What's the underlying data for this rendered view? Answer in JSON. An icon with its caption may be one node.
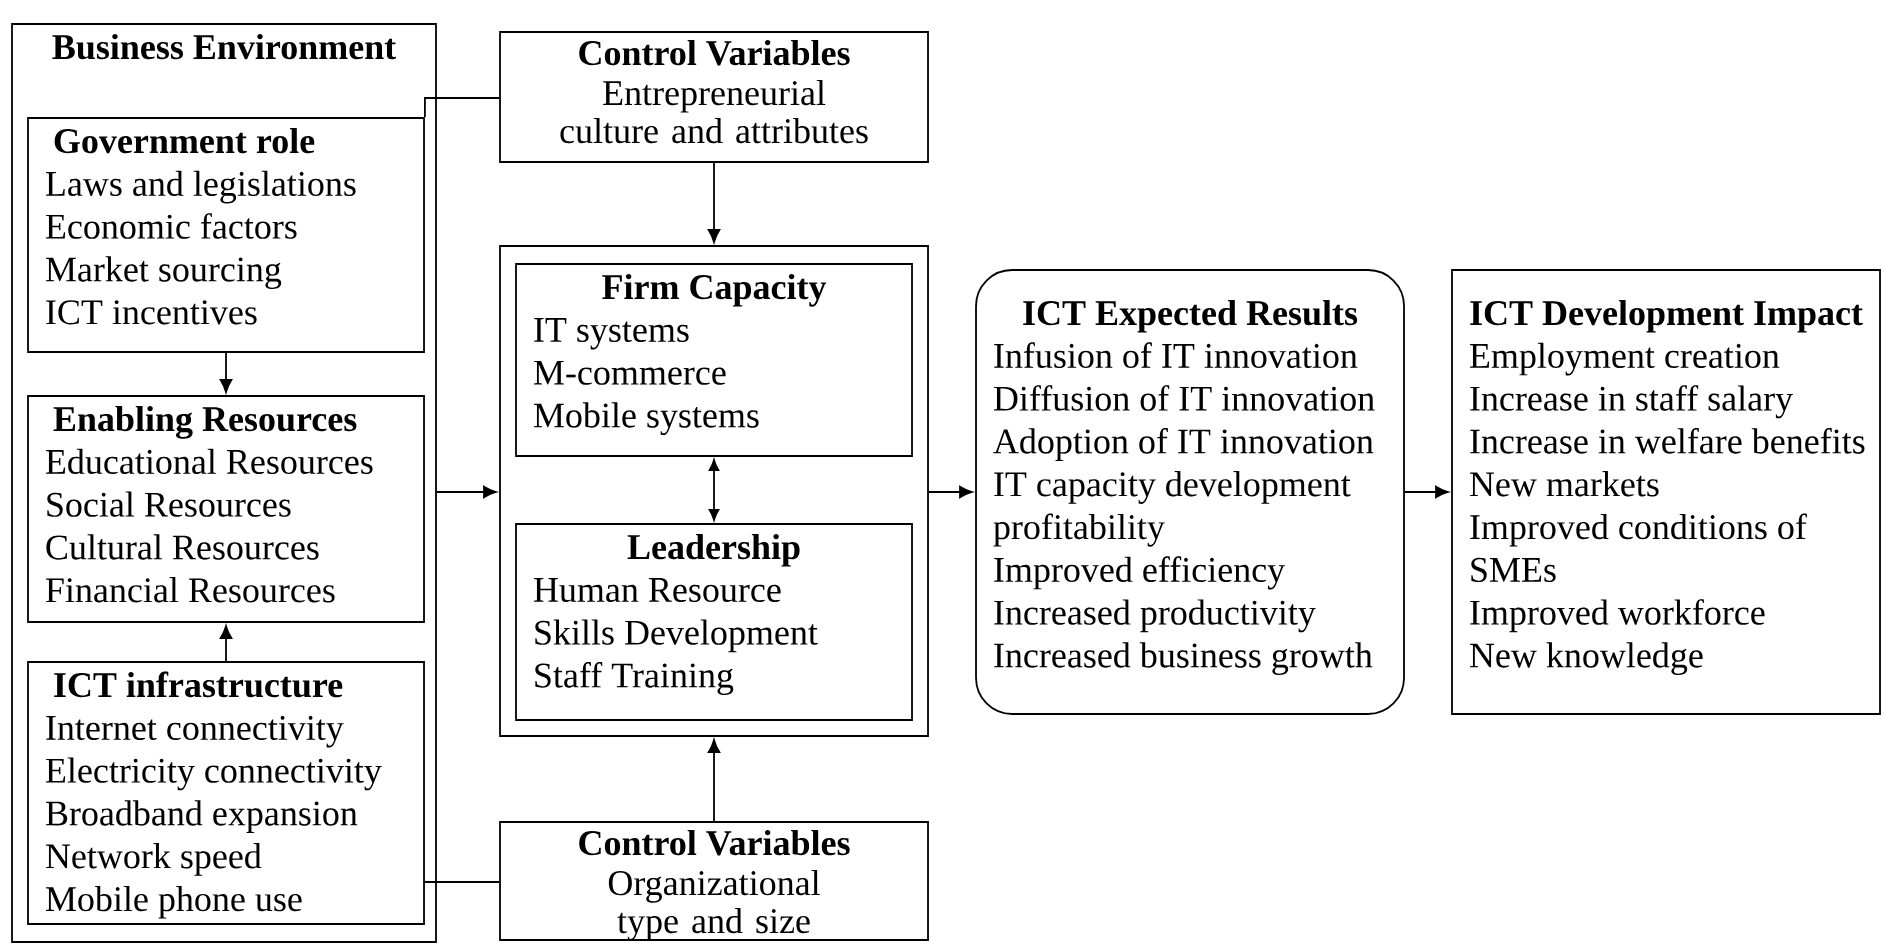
{
  "diagram": {
    "nodes": [
      {
        "text": [
          "Business Environment"
        ]
      },
      {
        "text": [
          "Government role",
          "Laws and legislations",
          "Economic factors",
          "Market sourcing",
          "ICT incentives"
        ],
        "in": 0
      },
      {
        "text": [
          "Enabling Resources",
          "Educational Resources",
          "Social Resources",
          "Cultural Resources",
          "Financial Resources"
        ],
        "in": 0
      },
      {
        "text": [
          "ICT infrastructure",
          "Internet connectivity",
          "Electricity connectivity",
          "Broadband expansion",
          "Network speed",
          "Mobile phone use"
        ],
        "in": 0
      },
      {
        "text": [
          "Control Variables",
          "Entrepreneurial culture and attributes"
        ]
      },
      {
        "text": [],
        "shape": "box"
      },
      {
        "text": [
          "Firm Capacity",
          "IT systems",
          "M-commerce",
          "Mobile systems"
        ],
        "in": 5
      },
      {
        "text": [
          "Leadership",
          "Human Resource",
          "Skills Development",
          "Staff Training"
        ],
        "in": 5
      },
      {
        "text": [
          "Control Variables",
          "Organizational type and size"
        ]
      },
      {
        "text": [
          "ICT Expected Results",
          "Infusion of IT innovation",
          "Diffusion of IT innovation",
          "Adoption  of IT innovation",
          "IT capacity development",
          "profitability",
          "Improved efficiency",
          "Increased productivity",
          "Increased business growth"
        ]
      },
      {
        "text": [
          "ICT Development Impact",
          "Employment creation",
          "Increase in staff salary",
          "Increase in welfare benefits",
          "New markets",
          "Improved conditions of",
          "SMEs",
          "Improved workforce",
          "New knowledge"
        ]
      }
    ],
    "edges": [
      {
        "from": 1,
        "to": 2,
        "arrow": "to"
      },
      {
        "from": 3,
        "to": 2,
        "arrow": "to"
      },
      {
        "from": 0,
        "to": 5,
        "arrow": "to"
      },
      {
        "from": 4,
        "to": 5,
        "arrow": "to"
      },
      {
        "from": 8,
        "to": 5,
        "arrow": "to"
      },
      {
        "from": 6,
        "to": 7,
        "arrow": "both"
      },
      {
        "from": 5,
        "to": 9,
        "arrow": "to"
      },
      {
        "from": 9,
        "to": 10,
        "arrow": "to"
      },
      {
        "from": 1,
        "to": 4,
        "arrow": "none"
      },
      {
        "from": 3,
        "to": 8,
        "arrow": "none"
      }
    ]
  }
}
